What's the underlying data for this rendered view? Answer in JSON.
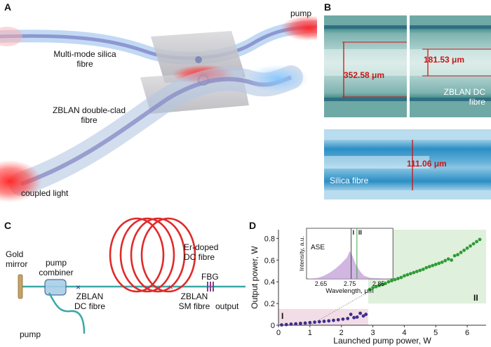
{
  "panel_a": {
    "label": "A",
    "pump_label": "pump",
    "mm_fibre_label": "Multi-mode silica fibre",
    "zblan_label": "ZBLAN double-clad fibre",
    "coupled_label": "coupled light"
  },
  "panel_b": {
    "label": "B",
    "dim_outer": "352.58  μm",
    "dim_inner": "181.53  μm",
    "zblan_caption": "ZBLAN DC fibre",
    "dim_silica": "111.06  μm",
    "silica_caption": "Silica fibre"
  },
  "panel_c": {
    "label": "C",
    "gold_mirror": "Gold mirror",
    "pump_combiner": "pump combiner",
    "zblan_dc": "ZBLAN DC fibre",
    "er_doped": "Er-doped DC fibre",
    "zblan_sm": "ZBLAN SM fibre",
    "fbg": "FBG",
    "output": "output",
    "pump": "pump"
  },
  "panel_d_label": "D",
  "chart_data": [
    {
      "type": "scatter",
      "xlabel": "Launched pump power, W",
      "ylabel": "Output power, W",
      "xlim": [
        0,
        6.6
      ],
      "ylim": [
        0,
        0.88
      ],
      "xticks": [
        0,
        1,
        2,
        3,
        4,
        5,
        6
      ],
      "yticks": [
        0,
        0.2,
        0.4,
        0.6,
        0.8
      ],
      "regions": [
        {
          "name": "I",
          "x": [
            0,
            2.85
          ],
          "y": [
            0,
            0.15
          ],
          "color": "#f2dde6"
        },
        {
          "name": "II",
          "x": [
            2.85,
            6.6
          ],
          "y": [
            0.2,
            0.88
          ],
          "color": "#dff0dc"
        }
      ],
      "series": [
        {
          "color": "#3b2f8c",
          "x": [
            0.1,
            0.25,
            0.4,
            0.55,
            0.7,
            0.85,
            1.0,
            1.15,
            1.3,
            1.45,
            1.6,
            1.75,
            1.9,
            2.05,
            2.2,
            2.3,
            2.4,
            2.5,
            2.6,
            2.7,
            2.78
          ],
          "y": [
            0.003,
            0.006,
            0.01,
            0.013,
            0.017,
            0.02,
            0.024,
            0.028,
            0.032,
            0.036,
            0.04,
            0.045,
            0.05,
            0.056,
            0.062,
            0.1,
            0.07,
            0.075,
            0.11,
            0.085,
            0.1
          ]
        },
        {
          "color": "#2e9c35",
          "x": [
            2.9,
            3.0,
            3.1,
            3.2,
            3.3,
            3.4,
            3.5,
            3.6,
            3.7,
            3.8,
            3.9,
            4.0,
            4.1,
            4.2,
            4.3,
            4.4,
            4.5,
            4.6,
            4.7,
            4.8,
            4.9,
            5.0,
            5.1,
            5.2,
            5.3,
            5.4,
            5.5,
            5.6,
            5.7,
            5.8,
            5.9,
            6.0,
            6.1,
            6.2,
            6.3,
            6.4
          ],
          "y": [
            0.33,
            0.345,
            0.355,
            0.365,
            0.375,
            0.385,
            0.4,
            0.41,
            0.42,
            0.43,
            0.44,
            0.455,
            0.465,
            0.475,
            0.485,
            0.495,
            0.505,
            0.515,
            0.53,
            0.54,
            0.55,
            0.56,
            0.57,
            0.58,
            0.595,
            0.61,
            0.6,
            0.64,
            0.65,
            0.67,
            0.69,
            0.71,
            0.73,
            0.75,
            0.77,
            0.79
          ]
        }
      ]
    },
    {
      "type": "area",
      "xlabel": "Wavelength, μm",
      "ylabel": "Intensity, a.u.",
      "xlim": [
        2.6,
        2.9
      ],
      "xticks": [
        2.65,
        2.75,
        2.85
      ],
      "annotation": "ASE",
      "markers": [
        {
          "label": "I",
          "x": 2.755
        },
        {
          "label": "II",
          "x": 2.775
        }
      ],
      "series": [
        {
          "color": "#c8a9dc",
          "x": [
            2.6,
            2.64,
            2.66,
            2.68,
            2.7,
            2.72,
            2.74,
            2.75,
            2.76,
            2.77,
            2.78,
            2.79,
            2.8,
            2.82,
            2.9
          ],
          "y": [
            0,
            0.02,
            0.06,
            0.12,
            0.2,
            0.3,
            0.42,
            0.55,
            0.45,
            0.3,
            0.2,
            0.12,
            0.06,
            0.02,
            0
          ]
        }
      ]
    }
  ]
}
